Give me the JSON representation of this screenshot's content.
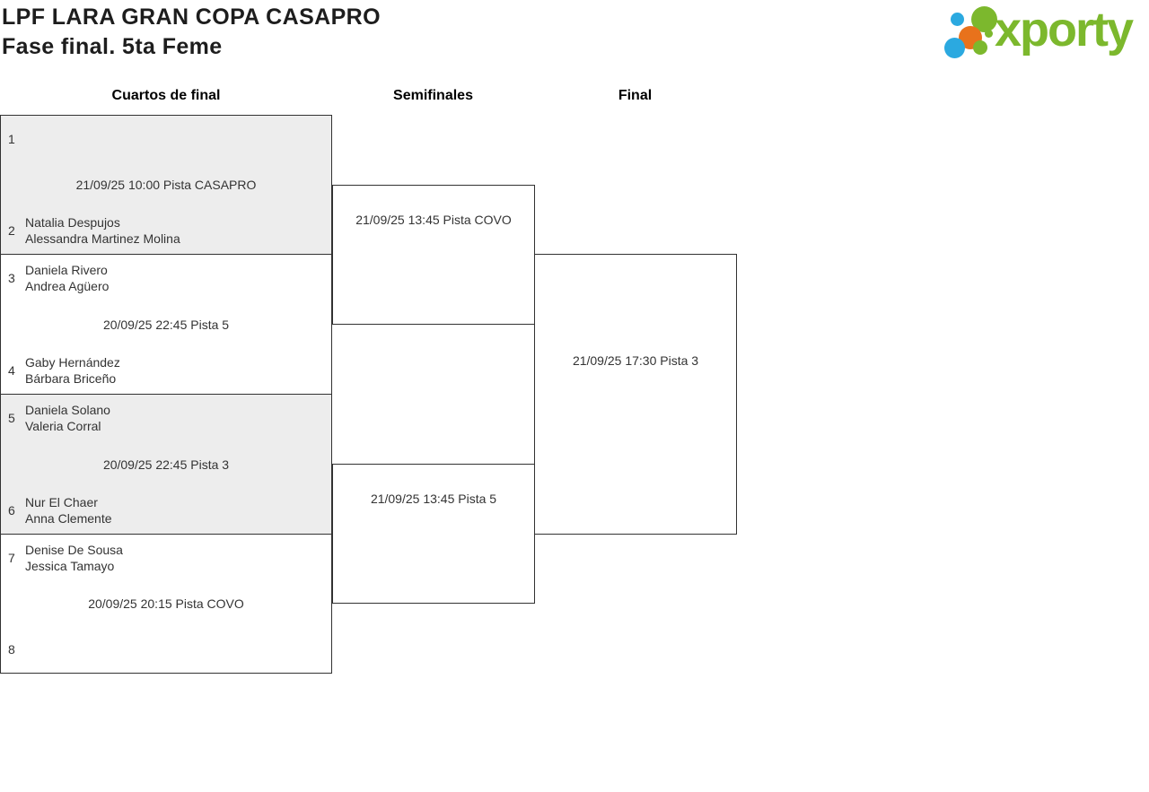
{
  "page": {
    "title_line1": "LPF LARA GRAN COPA CASAPRO",
    "title_line2": "Fase final. 5ta Feme"
  },
  "logo": {
    "brand": "xporty"
  },
  "round_headers": [
    "Cuartos de final",
    "Semifinales",
    "Final"
  ],
  "bracket": {
    "quarterfinals": [
      {
        "top": {
          "seed": "1",
          "player1": "",
          "player2": ""
        },
        "info": "21/09/25 10:00 Pista CASAPRO",
        "bottom": {
          "seed": "2",
          "player1": "Natalia Despujos",
          "player2": "Alessandra Martinez Molina"
        }
      },
      {
        "top": {
          "seed": "3",
          "player1": "Daniela Rivero",
          "player2": "Andrea Agüero"
        },
        "info": "20/09/25 22:45 Pista 5",
        "bottom": {
          "seed": "4",
          "player1": "Gaby Hernández",
          "player2": "Bárbara Briceño"
        }
      },
      {
        "top": {
          "seed": "5",
          "player1": "Daniela Solano",
          "player2": "Valeria Corral"
        },
        "info": "20/09/25 22:45 Pista 3",
        "bottom": {
          "seed": "6",
          "player1": "Nur El Chaer",
          "player2": "Anna Clemente"
        }
      },
      {
        "top": {
          "seed": "7",
          "player1": "Denise De Sousa",
          "player2": "Jessica Tamayo"
        },
        "info": "20/09/25 20:15 Pista COVO",
        "bottom": {
          "seed": "8",
          "player1": "",
          "player2": ""
        }
      }
    ],
    "semifinals": [
      {
        "info": "21/09/25 13:45 Pista COVO"
      },
      {
        "info": "21/09/25 13:45 Pista 5"
      }
    ],
    "final": {
      "info": "21/09/25 17:30 Pista 3"
    }
  },
  "colors": {
    "brand_green": "#7cb82d",
    "brand_blue": "#2ba9e0",
    "brand_orange": "#e8721c",
    "bracket_border": "#323232",
    "match_alt_background": "#ededed",
    "text": "#333333"
  }
}
